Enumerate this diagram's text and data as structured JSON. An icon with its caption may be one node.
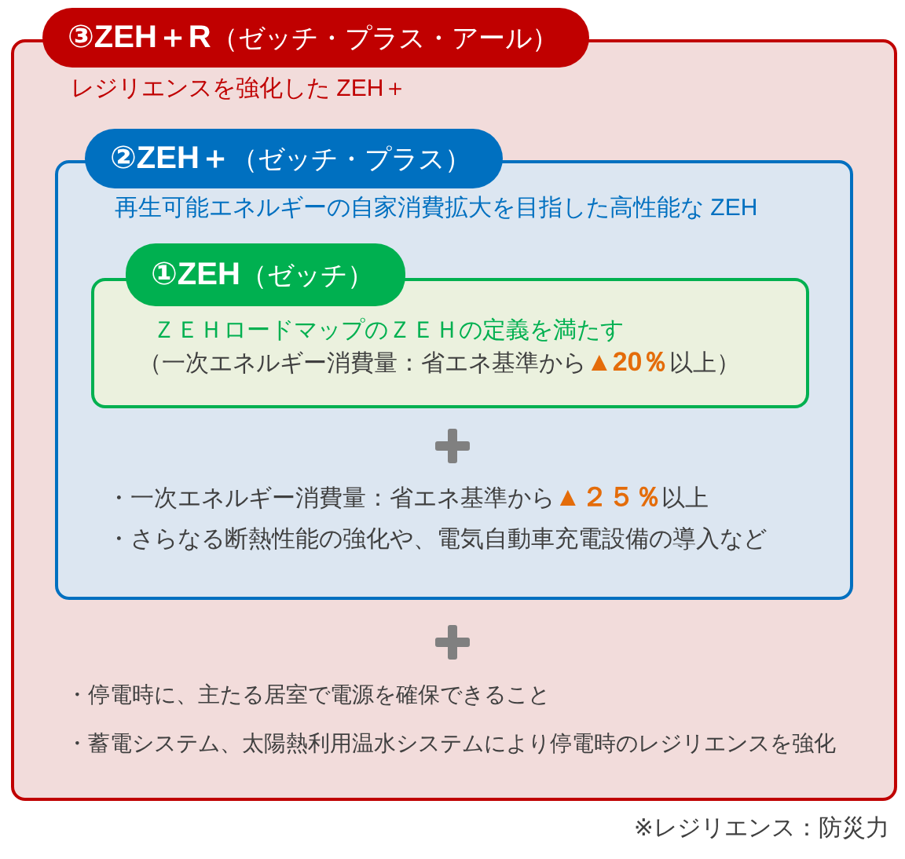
{
  "diagram": {
    "nodes": [
      {
        "text": [
          "**③ZEH＋R**（ゼッチ・プラス・アール）",
          "レジリエンスを強化した ZEH＋",
          "・停電時に、主たる居室で電源を確保できること",
          "・蓄電システム、太陽熱利用温水システムにより停電時のレジリエンスを強化"
        ]
      },
      {
        "text": [
          "**②ZEH＋**（ゼッチ・プラス）",
          "再生可能エネルギーの自家消費拡大を目指した高性能な ZEH",
          "・一次エネルギー消費量：省エネ基準から**▲２５％**以上",
          "・さらなる断熱性能の強化や、電気自動車充電設備の導入など"
        ],
        "in": 0
      },
      {
        "text": [
          "**①ZEH**（ゼッチ）",
          "ＺＥＨロードマップのＺＥＨの定義を満たす",
          "（一次エネルギー消費量：省エネ基準から**▲20％**以上）"
        ],
        "in": 1
      }
    ],
    "labels": [
      "※レジリエンス：防災力"
    ]
  }
}
